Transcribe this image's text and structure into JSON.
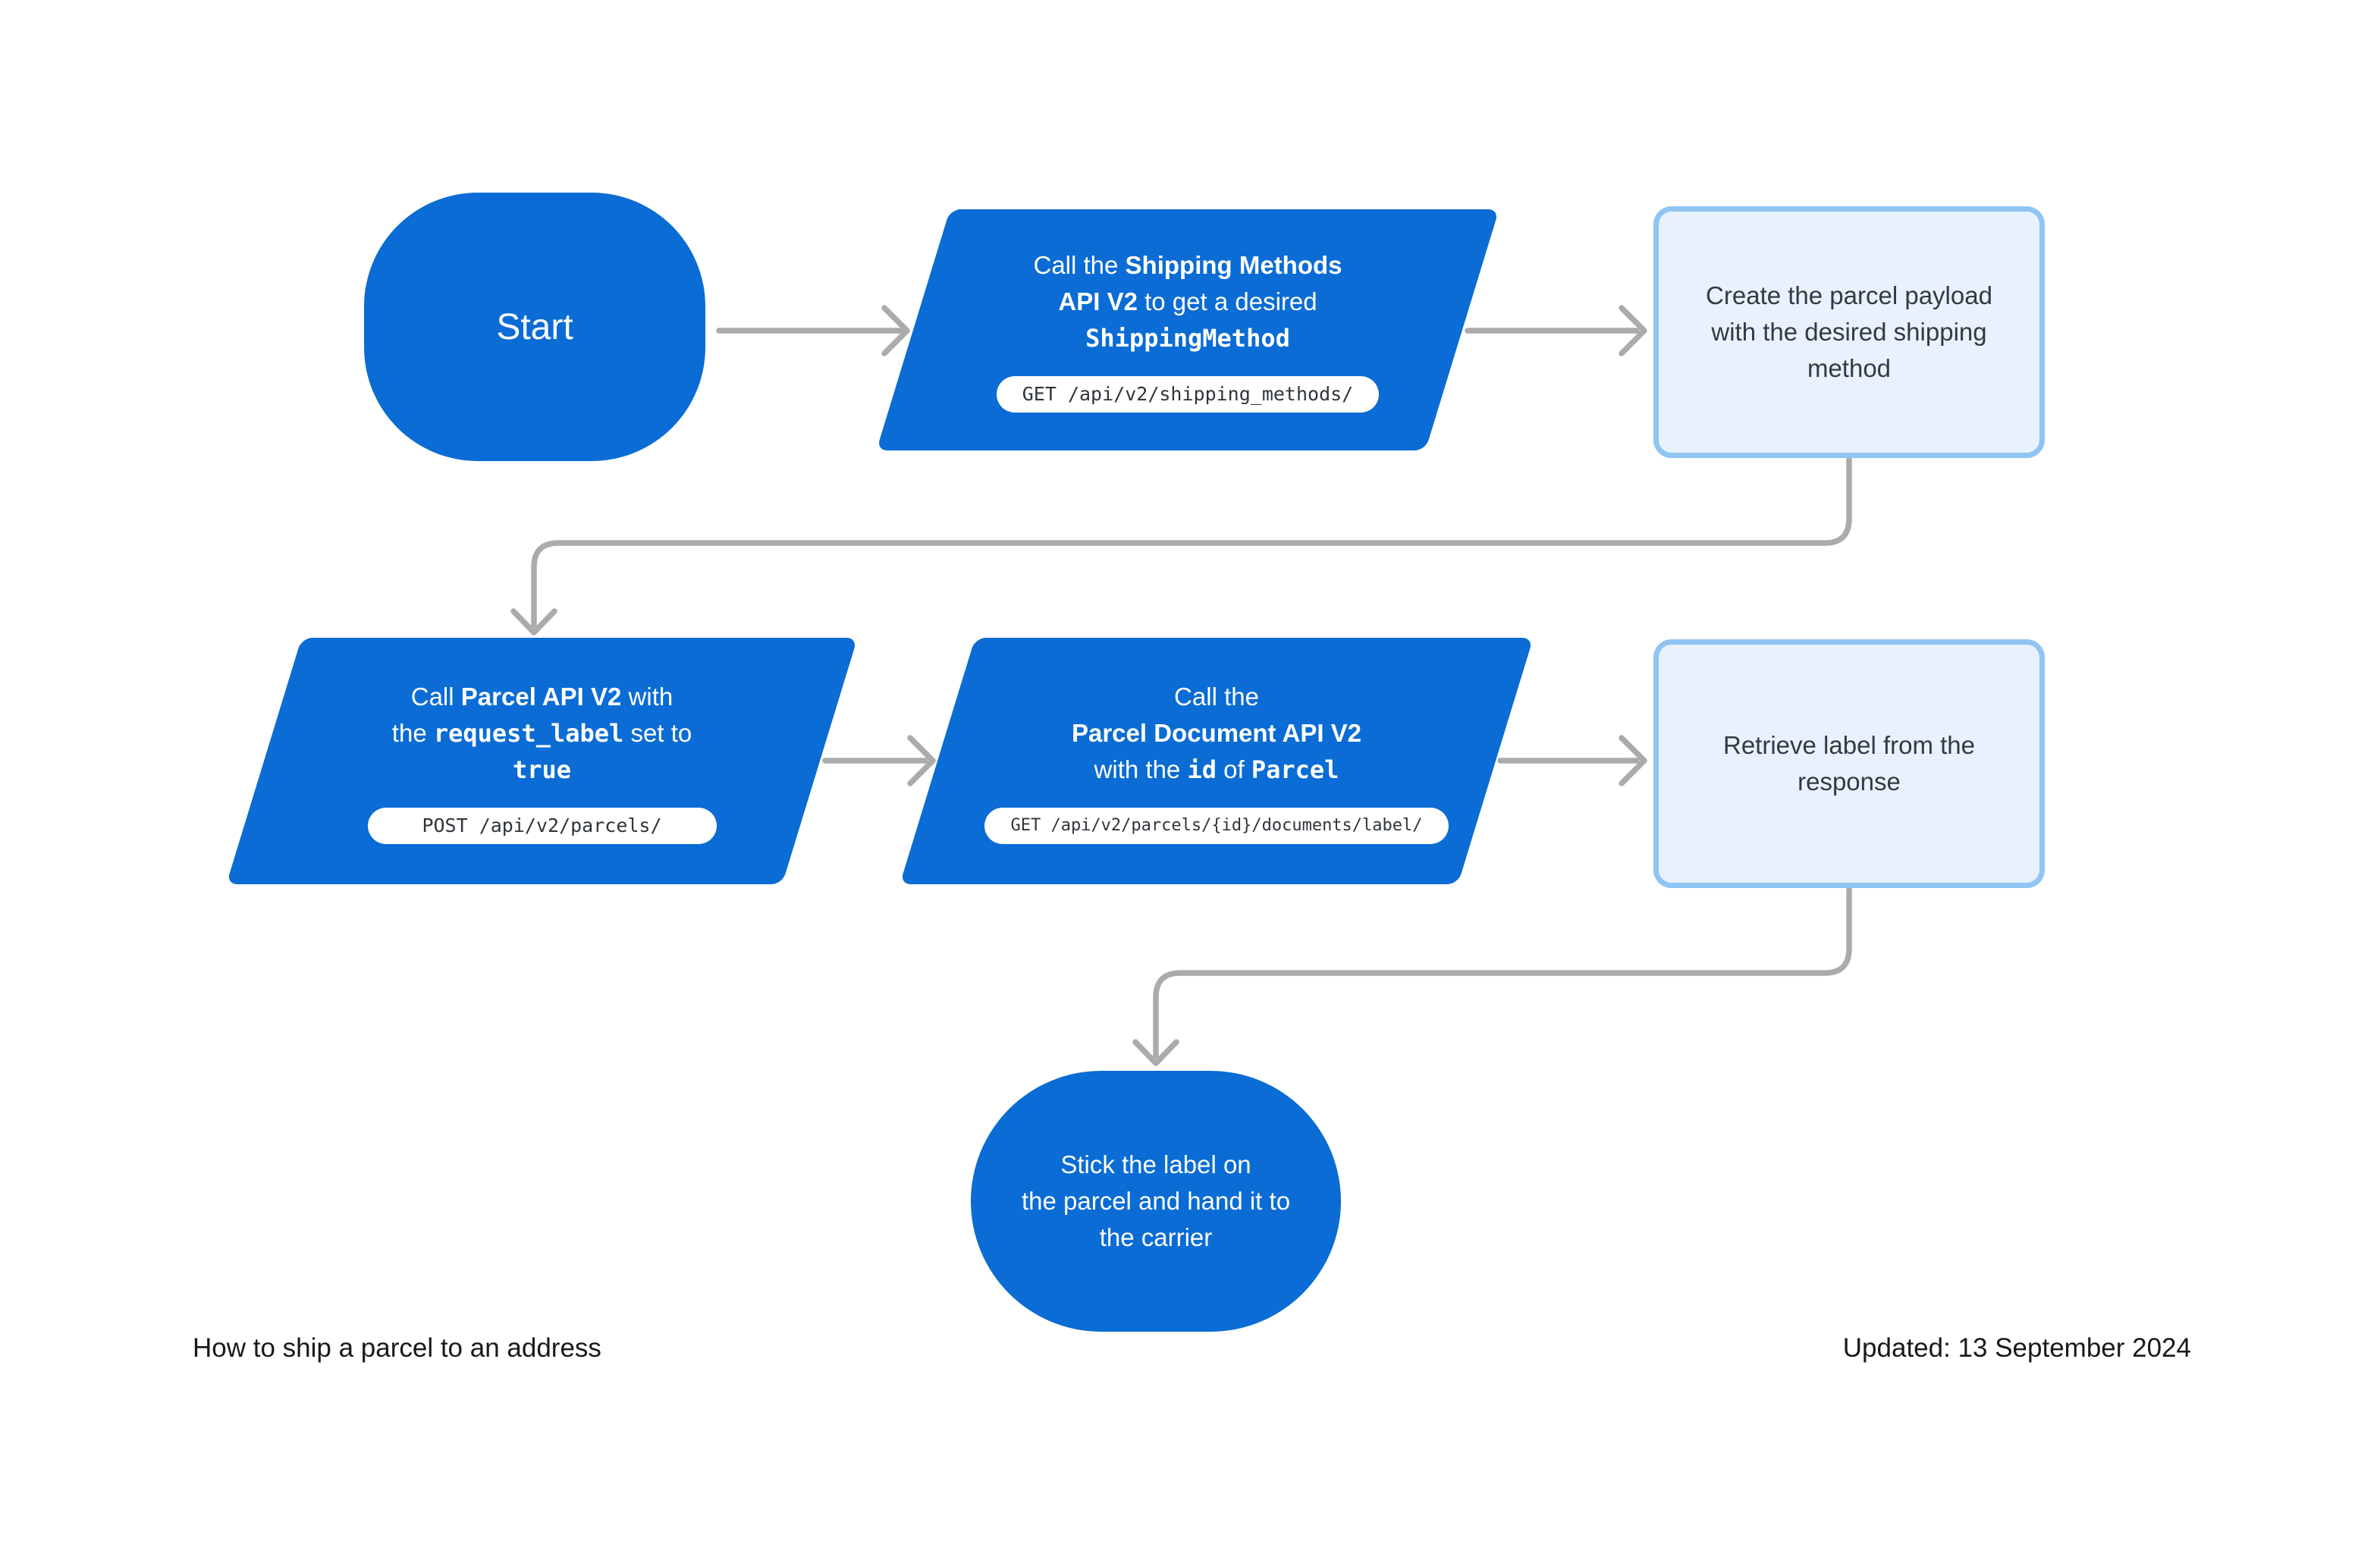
{
  "diagram": {
    "start": {
      "label": "Start"
    },
    "shipping_methods": {
      "lines": [
        [
          "Call the ",
          {
            "t": "Shipping Methods",
            "s": "b"
          }
        ],
        [
          {
            "t": "API V2",
            "s": "b"
          },
          " to get a desired"
        ],
        [
          {
            "t": "ShippingMethod",
            "s": "m"
          }
        ]
      ],
      "pill": "GET /api/v2/shipping_methods/"
    },
    "create_payload": {
      "lines": [
        [
          "Create the parcel payload"
        ],
        [
          "with the desired shipping"
        ],
        [
          "method"
        ]
      ]
    },
    "parcel_api": {
      "lines": [
        [
          "Call ",
          {
            "t": "Parcel API V2",
            "s": "b"
          },
          " with"
        ],
        [
          "the ",
          {
            "t": "request_label",
            "s": "m"
          },
          " set to"
        ],
        [
          {
            "t": "true",
            "s": "m"
          }
        ]
      ],
      "pill": "POST /api/v2/parcels/"
    },
    "parcel_document": {
      "lines": [
        [
          "Call the"
        ],
        [
          {
            "t": "Parcel Document API V2",
            "s": "b"
          }
        ],
        [
          "with the ",
          {
            "t": "id",
            "s": "m"
          },
          " of ",
          {
            "t": "Parcel",
            "s": "m"
          }
        ]
      ],
      "pill": "GET /api/v2/parcels/{id}/documents/label/"
    },
    "retrieve_label": {
      "lines": [
        [
          "Retrieve label from the"
        ],
        [
          "response"
        ]
      ]
    },
    "end": {
      "lines": [
        [
          "Stick the label on"
        ],
        [
          "the parcel and hand it to"
        ],
        [
          "the carrier"
        ]
      ]
    }
  },
  "footer": {
    "title": "How to ship a parcel to an address",
    "updated": "Updated: 13 September 2024"
  },
  "colors": {
    "primary_blue": "#0a6cd4",
    "soft_fill": "#e7f2fd",
    "soft_border": "#8fc4f3",
    "connector_gray": "#ababab",
    "text_dark": "#333a41",
    "code_text": "#2f353b",
    "footer_text": "#17191c"
  }
}
